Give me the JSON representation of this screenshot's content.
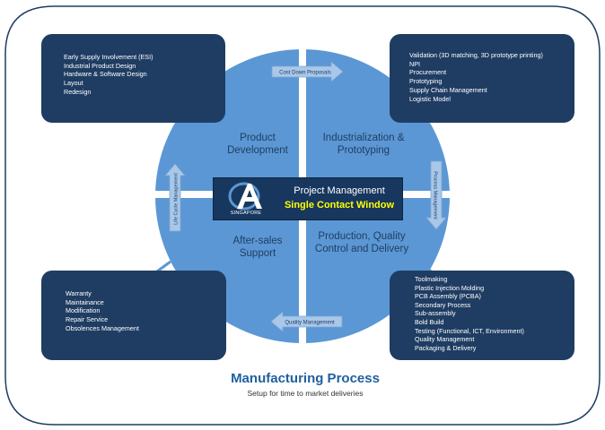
{
  "colors": {
    "frame": "#1f3e62",
    "circle": "#5b97d4",
    "box": "#1f3d63",
    "center_box": "#17375e",
    "accent_text": "#ffff00",
    "title_text": "#1f5f9f"
  },
  "boxes": {
    "top_left": [
      "Early Supply Involvement (ESI)",
      "Industrial Product Design",
      "Hardware & Software Design",
      "Layout",
      "Redesign"
    ],
    "top_right": [
      "Validation (3D matching, 3D prototype printing)",
      "NPI",
      "Procurement",
      "Prototyping",
      "Supply Chain Management",
      "Logistic Model"
    ],
    "bottom_left": [
      "Warranty",
      "Maintainance",
      "Modification",
      "Repair Service",
      "Obsolences Management"
    ],
    "bottom_right": [
      "Toolmaking",
      "Plastic Injection Molding",
      "PCB Assembly (PCBA)",
      "Secondary Process",
      "Sub-assembly",
      "Bold Build",
      "Testing (Functional, ICT, Environment)",
      "Quality Management",
      "Packaging & Delivery"
    ]
  },
  "quadrants": {
    "top_left": "Product Development",
    "top_right": "Industrialization & Prototyping",
    "bottom_left": "After-sales Support",
    "bottom_right": "Production, Quality Control and Delivery"
  },
  "arrows": {
    "top": "Cost Down Proposals",
    "right": "Process Management",
    "bottom": "Quality Management",
    "left": "Life Cycle Management"
  },
  "center": {
    "logo_letter": "A",
    "logo_text": "SINGAPORE",
    "title": "Project Management",
    "subtitle": "Single Contact Window"
  },
  "footer": {
    "title": "Manufacturing Process",
    "subtitle": "Setup for time to market deliveries"
  }
}
